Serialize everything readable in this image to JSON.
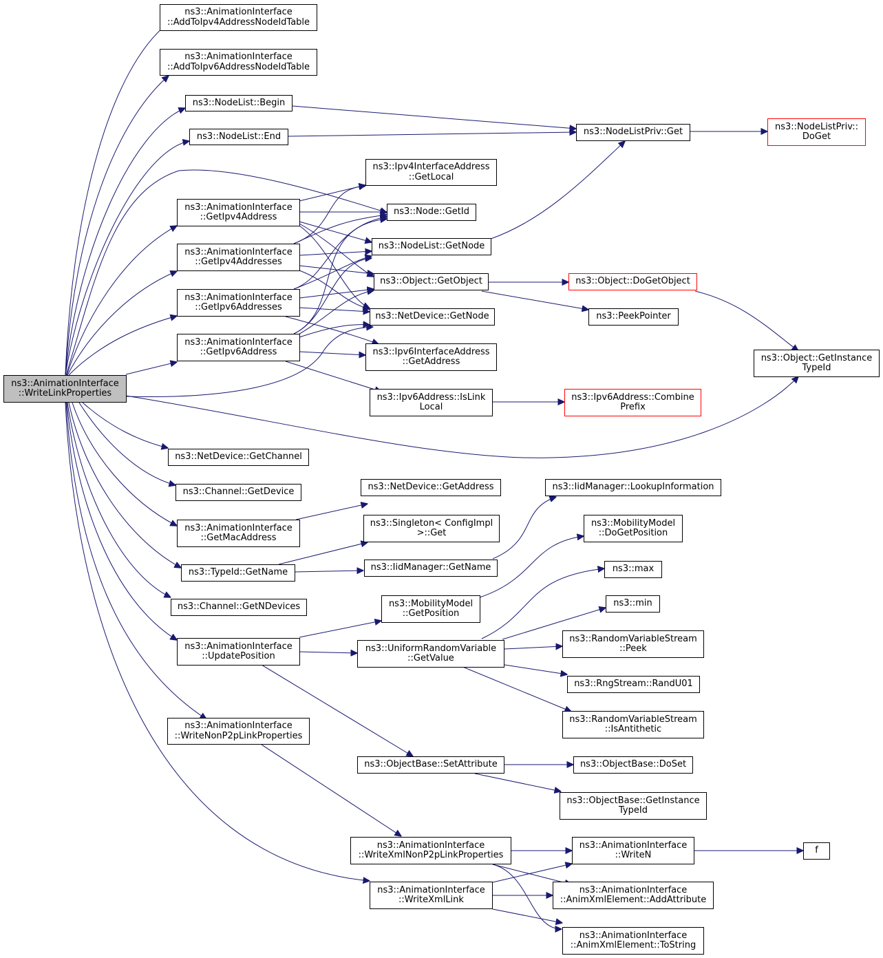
{
  "colors": {
    "edge": "#191970",
    "node_border": "#000000",
    "truncated_border": "#ff0000",
    "root_fill": "#bfbfbf"
  },
  "nodes": {
    "root": [
      "ns3::AnimationInterface",
      "::WriteLinkProperties"
    ],
    "add_ipv4": [
      "ns3::AnimationInterface",
      "::AddToIpv4AddressNodeIdTable"
    ],
    "add_ipv6": [
      "ns3::AnimationInterface",
      "::AddToIpv6AddressNodeIdTable"
    ],
    "nl_begin": [
      "ns3::NodeList::Begin"
    ],
    "nl_end": [
      "ns3::NodeList::End"
    ],
    "nlp_get": [
      "ns3::NodeListPriv::Get"
    ],
    "nlp_doget": [
      "ns3::NodeListPriv::",
      "DoGet"
    ],
    "ipv4if_getlocal": [
      "ns3::Ipv4InterfaceAddress",
      "::GetLocal"
    ],
    "node_getid": [
      "ns3::Node::GetId"
    ],
    "get_ipv4addr": [
      "ns3::AnimationInterface",
      "::GetIpv4Address"
    ],
    "nl_getnode": [
      "ns3::NodeList::GetNode"
    ],
    "get_ipv4addrs": [
      "ns3::AnimationInterface",
      "::GetIpv4Addresses"
    ],
    "obj_getobject": [
      "ns3::Object::GetObject"
    ],
    "obj_dogetobject": [
      "ns3::Object::DoGetObject"
    ],
    "get_ipv6addrs": [
      "ns3::AnimationInterface",
      "::GetIpv6Addresses"
    ],
    "nd_getnode": [
      "ns3::NetDevice::GetNode"
    ],
    "peekpointer": [
      "ns3::PeekPointer"
    ],
    "get_ipv6addr": [
      "ns3::AnimationInterface",
      "::GetIpv6Address"
    ],
    "ipv6if_getaddr": [
      "ns3::Ipv6InterfaceAddress",
      "::GetAddress"
    ],
    "obj_getinstancetypeid": [
      "ns3::Object::GetInstance",
      "TypeId"
    ],
    "ipv6_islinklocal": [
      "ns3::Ipv6Address::IsLink",
      "Local"
    ],
    "ipv6_combineprefix": [
      "ns3::Ipv6Address::Combine",
      "Prefix"
    ],
    "nd_getchannel": [
      "ns3::NetDevice::GetChannel"
    ],
    "ch_getdevice": [
      "ns3::Channel::GetDevice"
    ],
    "nd_getaddress": [
      "ns3::NetDevice::GetAddress"
    ],
    "iid_lookup": [
      "ns3::IidManager::LookupInformation"
    ],
    "get_macaddr": [
      "ns3::AnimationInterface",
      "::GetMacAddress"
    ],
    "singleton_get": [
      "ns3::Singleton< ConfigImpl",
      " >::Get"
    ],
    "mm_dogetposition": [
      "ns3::MobilityModel",
      "::DoGetPosition"
    ],
    "typeid_getname": [
      "ns3::TypeId::GetName"
    ],
    "iid_getname": [
      "ns3::IidManager::GetName"
    ],
    "max": [
      "ns3::max"
    ],
    "ch_getndevices": [
      "ns3::Channel::GetNDevices"
    ],
    "mm_getposition": [
      "ns3::MobilityModel",
      "::GetPosition"
    ],
    "min": [
      "ns3::min"
    ],
    "rvs_peek": [
      "ns3::RandomVariableStream",
      "::Peek"
    ],
    "update_position": [
      "ns3::AnimationInterface",
      "::UpdatePosition"
    ],
    "urv_getvalue": [
      "ns3::UniformRandomVariable",
      "::GetValue"
    ],
    "rng_randu01": [
      "ns3::RngStream::RandU01"
    ],
    "rvs_isantithetic": [
      "ns3::RandomVariableStream",
      "::IsAntithetic"
    ],
    "write_nonp2p": [
      "ns3::AnimationInterface",
      "::WriteNonP2pLinkProperties"
    ],
    "ob_setattribute": [
      "ns3::ObjectBase::SetAttribute"
    ],
    "ob_doset": [
      "ns3::ObjectBase::DoSet"
    ],
    "ob_getinstancetypeid": [
      "ns3::ObjectBase::GetInstance",
      "TypeId"
    ],
    "write_xml_nonp2p": [
      "ns3::AnimationInterface",
      "::WriteXmlNonP2pLinkProperties"
    ],
    "writen": [
      "ns3::AnimationInterface",
      "::WriteN"
    ],
    "f": [
      "f"
    ],
    "write_xml_link": [
      "ns3::AnimationInterface",
      "::WriteXmlLink"
    ],
    "axe_addattribute": [
      "ns3::AnimationInterface",
      "::AnimXmlElement::AddAttribute"
    ],
    "axe_tostring": [
      "ns3::AnimationInterface",
      "::AnimXmlElement::ToString"
    ]
  }
}
